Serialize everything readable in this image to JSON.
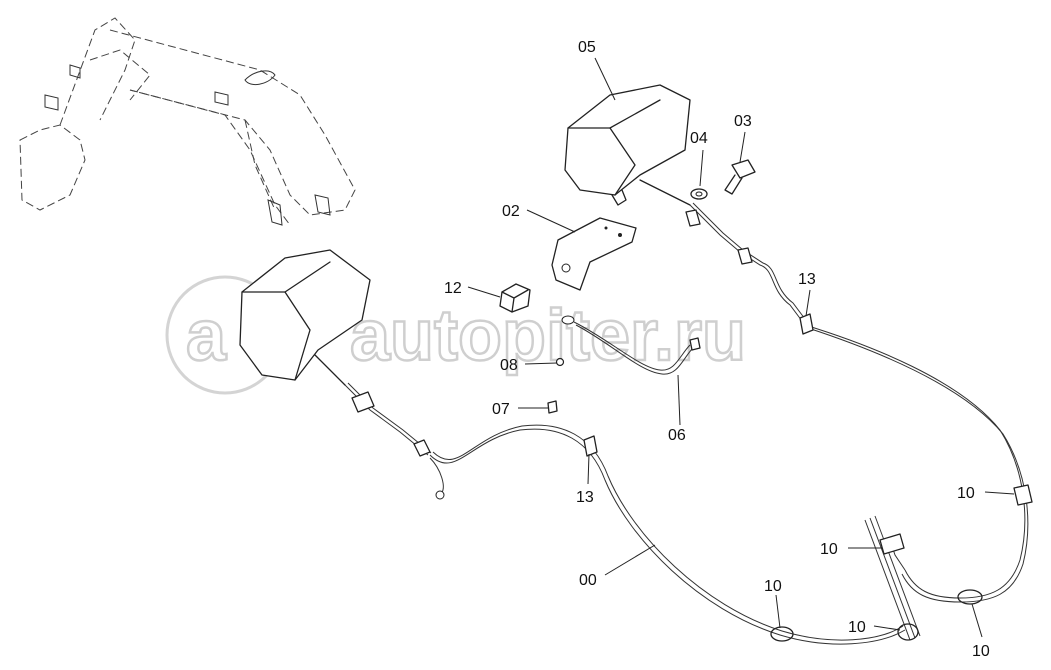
{
  "watermark": {
    "text": "autopiter.ru",
    "logo": "a"
  },
  "callouts": {
    "c00": "00",
    "c02": "02",
    "c03": "03",
    "c04": "04",
    "c05": "05",
    "c06": "06",
    "c07": "07",
    "c08": "08",
    "c10a": "10",
    "c10b": "10",
    "c10c": "10",
    "c10d": "10",
    "c10e": "10",
    "c12": "12",
    "c13a": "13",
    "c13b": "13"
  },
  "colors": {
    "line": "#222222",
    "watermark": "#cfcfcf",
    "background": "#ffffff"
  }
}
